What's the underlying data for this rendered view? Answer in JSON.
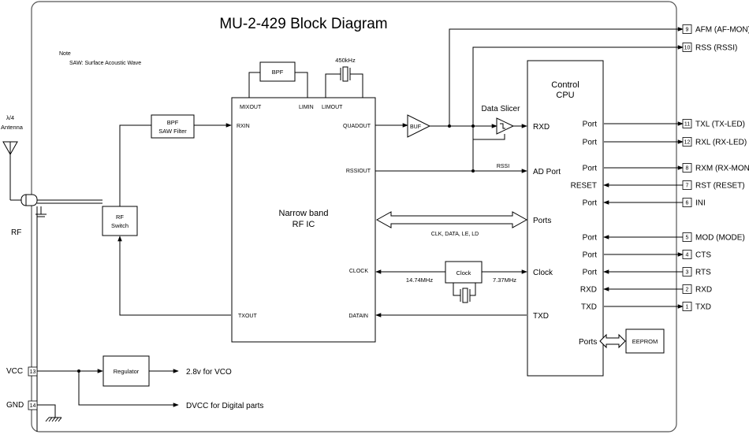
{
  "title": "MU-2-429 Block Diagram",
  "note": {
    "heading": "Note",
    "text": "SAW: Surface Acoustic Wave"
  },
  "antenna": {
    "label1": "λ/4",
    "label2": "Antenna",
    "rf": "RF"
  },
  "rf_switch": {
    "line1": "RF",
    "line2": "Switch"
  },
  "bpf_saw": {
    "line1": "BPF",
    "line2": "SAW Filter"
  },
  "bpf": "BPF",
  "crystal_450": "450kHz",
  "rfic": {
    "name1": "Narrow band",
    "name2": "RF IC",
    "mixout": "MIXOUT",
    "limin": "LIMIN",
    "limout": "LIMOUT",
    "rxin": "RXIN",
    "quadout": "QUADOUT",
    "rssiout": "RSSIOUT",
    "clock": "CLOCK",
    "txout": "TXOUT",
    "datain": "DATAIN"
  },
  "buf": "BUF",
  "data_slicer": "Data Slicer",
  "rssi": "RSSI",
  "bus": "CLK, DATA, LE, LD",
  "clock_block": {
    "label": "Clock",
    "left_freq": "14.74MHz",
    "right_freq": "7.37MHz"
  },
  "cpu": {
    "name1": "Control",
    "name2": "CPU",
    "rxd": "RXD",
    "ad_port": "AD Port",
    "ports": "Ports",
    "clock": "Clock",
    "txd": "TXD",
    "right_labels": [
      "Port",
      "Port",
      "Port",
      "RESET",
      "Port",
      "Port",
      "Port",
      "Port",
      "RXD",
      "TXD"
    ],
    "eeprom_ports": "Ports"
  },
  "eeprom": "EEPROM",
  "pins_top": [
    {
      "num": "9",
      "label": "AFM (AF-MON)"
    },
    {
      "num": "10",
      "label": "RSS (RSSI)"
    }
  ],
  "pins_right": [
    {
      "num": "11",
      "label": "TXL (TX-LED)"
    },
    {
      "num": "12",
      "label": "RXL (RX-LED)"
    },
    {
      "num": "8",
      "label": "RXM (RX-MON)"
    },
    {
      "num": "7",
      "label": "RST (RESET)"
    },
    {
      "num": "6",
      "label": "INI"
    },
    {
      "num": "5",
      "label": "MOD (MODE)"
    },
    {
      "num": "4",
      "label": "CTS"
    },
    {
      "num": "3",
      "label": "RTS"
    },
    {
      "num": "2",
      "label": "RXD"
    },
    {
      "num": "1",
      "label": "TXD"
    }
  ],
  "power": {
    "vcc": "VCC",
    "vcc_pin": "13",
    "gnd": "GND",
    "gnd_pin": "14",
    "regulator": "Regulator",
    "vco": "2.8v for VCO",
    "dvcc": "DVCC for Digital parts"
  }
}
